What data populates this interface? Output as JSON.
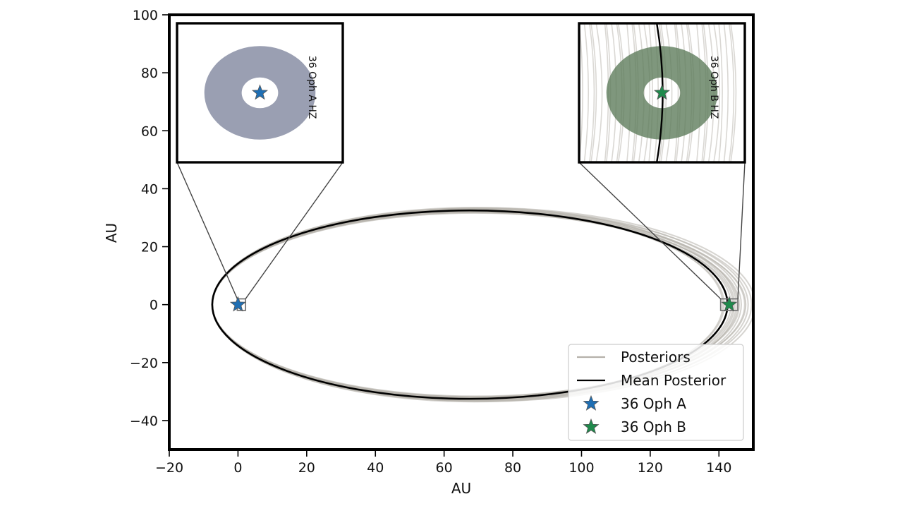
{
  "chart_data": {
    "type": "line",
    "xlabel": "AU",
    "ylabel": "AU",
    "xlim": [
      -20,
      150
    ],
    "ylim": [
      -50,
      100
    ],
    "xticks": [
      -20,
      0,
      20,
      40,
      60,
      80,
      100,
      120,
      140
    ],
    "yticks": [
      -40,
      -20,
      0,
      20,
      40,
      60,
      80,
      100
    ],
    "xtick_labels": [
      "−20",
      "0",
      "20",
      "40",
      "60",
      "80",
      "100",
      "120",
      "140"
    ],
    "ytick_labels": [
      "−40",
      "−20",
      "0",
      "20",
      "40",
      "60",
      "80",
      "100"
    ],
    "grid": false,
    "legend_placement": "lower-right",
    "series": [
      {
        "name": "Posteriors",
        "kind": "ellipse-family",
        "color": "#b5b1aa",
        "center_x": 67.5,
        "semi_major": 75,
        "semi_minor": 32.5,
        "samples": [
          {
            "center_x": 67.5,
            "semi_major": 75.0,
            "semi_minor": 32.5
          },
          {
            "center_x": 68.0,
            "semi_major": 75.5,
            "semi_minor": 32.2
          },
          {
            "center_x": 68.5,
            "semi_major": 76.0,
            "semi_minor": 32.8
          },
          {
            "center_x": 69.0,
            "semi_major": 76.5,
            "semi_minor": 32.0
          },
          {
            "center_x": 69.5,
            "semi_major": 77.0,
            "semi_minor": 33.0
          },
          {
            "center_x": 70.0,
            "semi_major": 77.5,
            "semi_minor": 32.4
          },
          {
            "center_x": 70.5,
            "semi_major": 78.0,
            "semi_minor": 33.2
          },
          {
            "center_x": 67.0,
            "semi_major": 74.5,
            "semi_minor": 32.6
          },
          {
            "center_x": 68.3,
            "semi_major": 75.8,
            "semi_minor": 31.8
          },
          {
            "center_x": 71.0,
            "semi_major": 78.5,
            "semi_minor": 32.7
          },
          {
            "center_x": 69.2,
            "semi_major": 76.7,
            "semi_minor": 31.6
          },
          {
            "center_x": 66.8,
            "semi_major": 74.3,
            "semi_minor": 33.1
          },
          {
            "center_x": 70.2,
            "semi_major": 77.6,
            "semi_minor": 31.9
          },
          {
            "center_x": 71.5,
            "semi_major": 79.0,
            "semi_minor": 33.4
          },
          {
            "center_x": 68.8,
            "semi_major": 76.2,
            "semi_minor": 33.5
          }
        ]
      },
      {
        "name": "Mean Posterior",
        "kind": "ellipse",
        "color": "#000000",
        "center_x": 67.5,
        "center_y": 0,
        "semi_major": 75,
        "semi_minor": 32.5
      },
      {
        "name": "36 Oph A",
        "kind": "star",
        "color": "#1f6fb4",
        "x": 0,
        "y": 0
      },
      {
        "name": "36 Oph B",
        "kind": "star",
        "color": "#1f8a4c",
        "x": 143,
        "y": 0
      }
    ],
    "insets": [
      {
        "label": "36 Oph A HZ",
        "target": "36 Oph A",
        "color": "#7d849c",
        "zoom_box": {
          "x": [
            -0.2,
            2.2
          ],
          "y": [
            -2,
            2
          ]
        },
        "x_lim": [
          -0.8,
          0.8
        ],
        "y_lim": [
          -0.8,
          0.8
        ],
        "hz_inner": 0.12,
        "hz_outer": 0.32
      },
      {
        "label": "36 Oph B HZ",
        "target": "36 Oph B",
        "color": "#5b7a58",
        "zoom_box": {
          "x": [
            140.5,
            145.5
          ],
          "y": [
            -2,
            2
          ]
        },
        "x_lim": [
          -0.8,
          0.8
        ],
        "y_lim": [
          -0.8,
          0.8
        ],
        "hz_inner": 0.12,
        "hz_outer": 0.32
      }
    ],
    "legend": [
      "Posteriors",
      "Mean Posterior",
      "36 Oph A",
      "36 Oph B"
    ]
  }
}
